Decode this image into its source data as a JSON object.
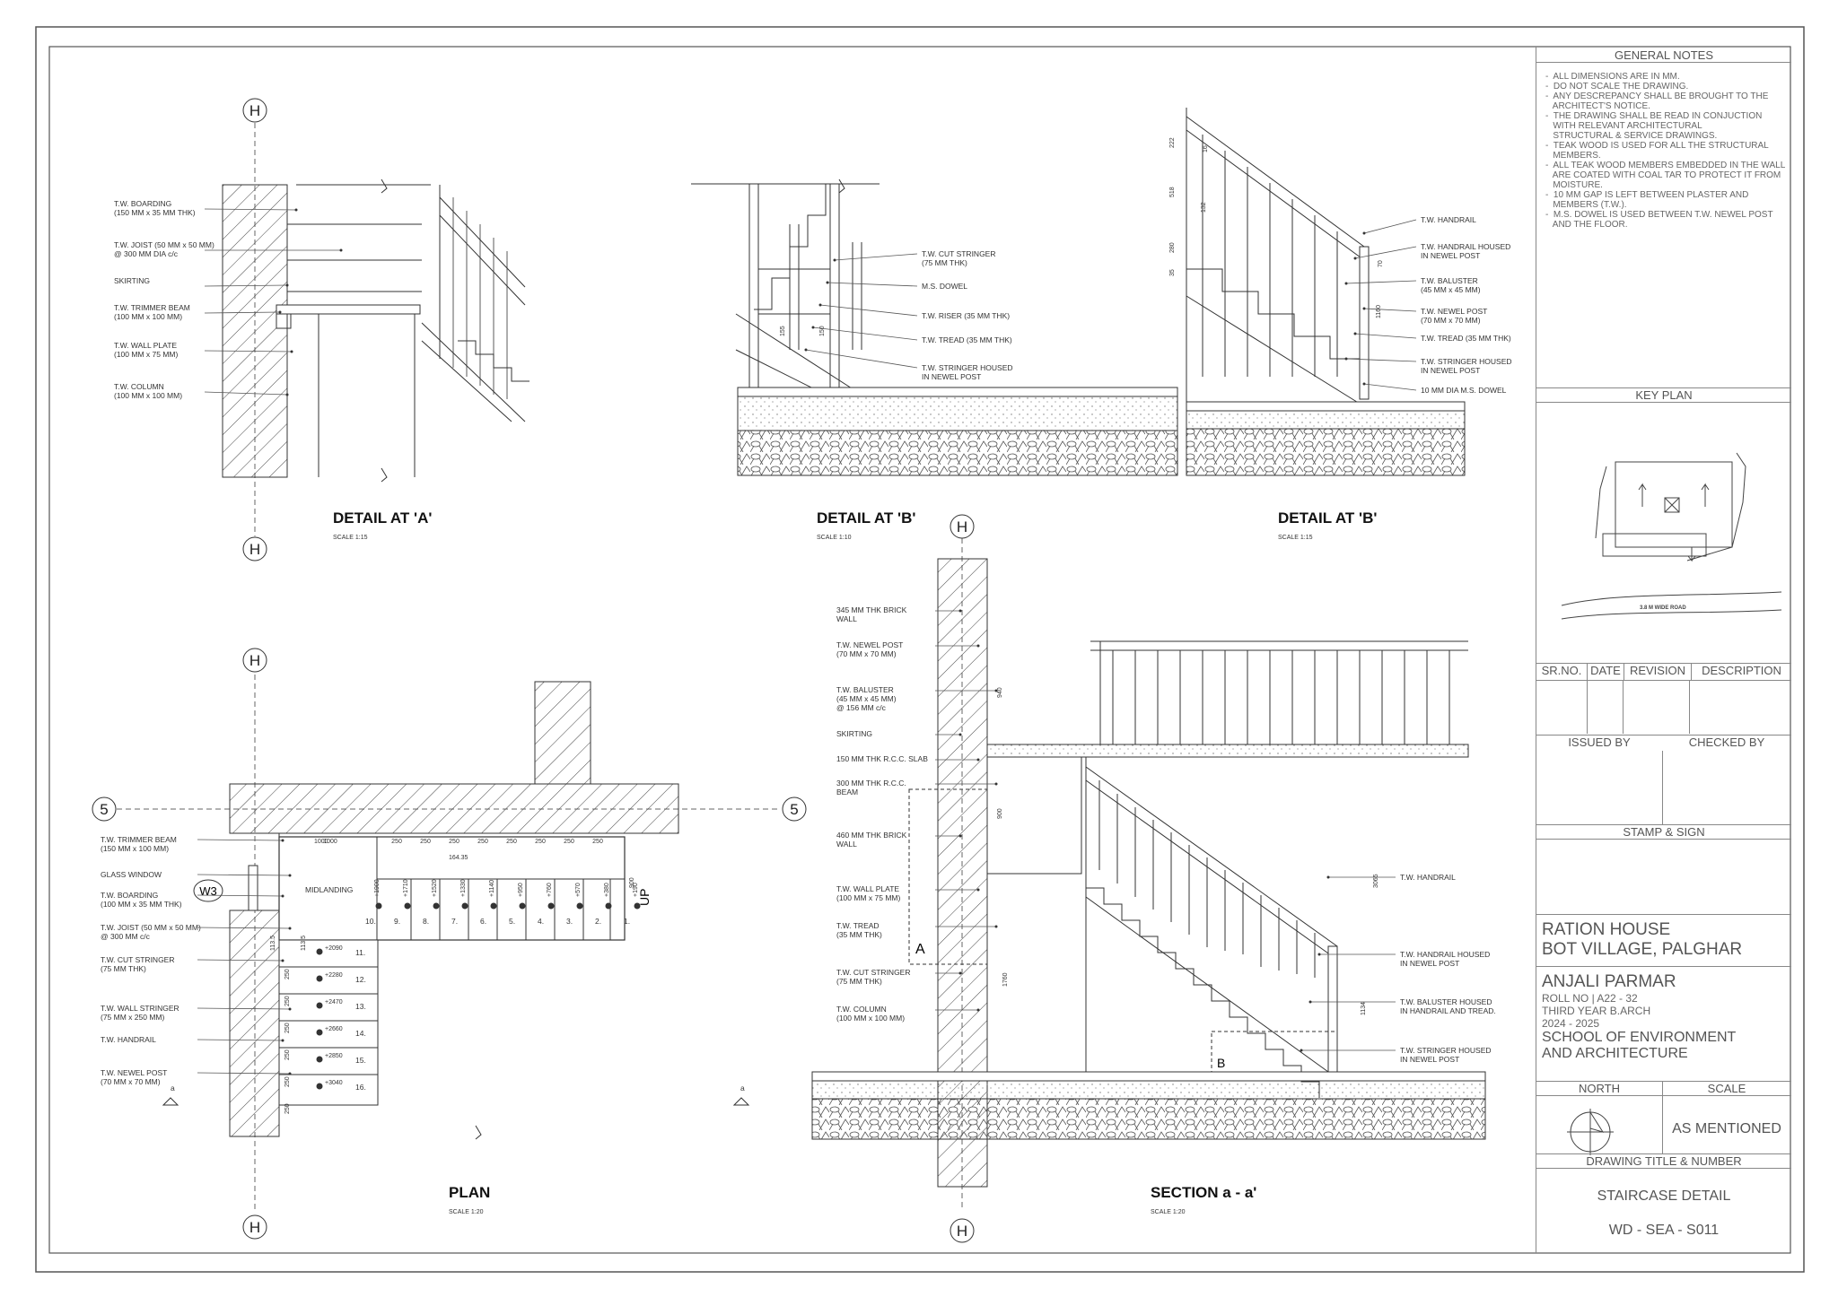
{
  "grid_markers": {
    "H": "H",
    "five": "5",
    "A": "A",
    "B": "B",
    "W3": "W3",
    "a": "a"
  },
  "details": {
    "a": {
      "title": "DETAIL AT 'A'",
      "scale": "SCALE 1:15",
      "labels": [
        "T.W. BOARDING|(150 MM x 35 MM THK)",
        "T.W. JOIST (50 MM x 50 MM)|@ 300 MM DIA c/c",
        "SKIRTING",
        "T.W. TRIMMER BEAM|(100 MM x 100 MM)",
        "T.W. WALL PLATE|(100 MM x 75 MM)",
        "T.W. COLUMN|(100 MM x 100 MM)"
      ]
    },
    "b1": {
      "title": "DETAIL AT 'B'",
      "scale": "SCALE 1:10",
      "labels": [
        "T.W. CUT STRINGER|(75 MM THK)",
        "M.S. DOWEL",
        "T.W. RISER (35 MM THK)",
        "T.W. TREAD (35 MM THK)",
        "T.W. STRINGER HOUSED|IN NEWEL POST"
      ],
      "dims": [
        "155",
        "150"
      ]
    },
    "b2": {
      "title": "DETAIL AT 'B'",
      "scale": "SCALE 1:15",
      "labels": [
        "T.W. HANDRAIL",
        "T.W. HANDRAIL HOUSED|IN NEWEL POST",
        "T.W. BALUSTER|(45 MM x 45 MM)",
        "T.W. NEWEL POST|(70 MM x 70 MM)",
        "T.W. TREAD (35 MM THK)",
        "T.W. STRINGER HOUSED|IN NEWEL POST",
        "10 MM DIA M.S. DOWEL"
      ],
      "dims": [
        "222",
        "518",
        "280",
        "35",
        "16",
        "132",
        "1160",
        "70"
      ]
    }
  },
  "plan": {
    "title": "PLAN",
    "scale": "SCALE 1:20",
    "landing": "MIDLANDING",
    "up": "UP",
    "labels": [
      "T.W. TRIMMER BEAM|(150 MM x 100 MM)",
      "GLASS WINDOW",
      "T.W. BOARDING|(100 MM x 35 MM THK)",
      "T.W. JOIST (50 MM x 50 MM)|@ 300 MM c/c",
      "T.W. CUT STRINGER|(75 MM THK)",
      "T.W. WALL STRINGER|(75 MM x 250 MM)",
      "T.W. HANDRAIL",
      "T.W. NEWEL POST|(70 MM x 70 MM)"
    ],
    "top_dims": [
      "1000",
      "250",
      "250",
      "250",
      "250",
      "250",
      "250",
      "250",
      "250"
    ],
    "steps_top": [
      {
        "n": "10.",
        "lvl": "+1900"
      },
      {
        "n": "9.",
        "lvl": "+1710"
      },
      {
        "n": "8.",
        "lvl": "+1520"
      },
      {
        "n": "7.",
        "lvl": "+1330"
      },
      {
        "n": "6.",
        "lvl": "+1140"
      },
      {
        "n": "5.",
        "lvl": "+950"
      },
      {
        "n": "4.",
        "lvl": "+760"
      },
      {
        "n": "3.",
        "lvl": "+570"
      },
      {
        "n": "2.",
        "lvl": "+380"
      },
      {
        "n": "1.",
        "lvl": "+190"
      }
    ],
    "steps_side": [
      {
        "n": "11.",
        "lvl": "+2090"
      },
      {
        "n": "12.",
        "lvl": "+2280"
      },
      {
        "n": "13.",
        "lvl": "+2470"
      },
      {
        "n": "14.",
        "lvl": "+2660"
      },
      {
        "n": "15.",
        "lvl": "+2850"
      },
      {
        "n": "16.",
        "lvl": "+3040"
      }
    ],
    "misc_dims": [
      "164.35",
      "1000",
      "113.5",
      "113.5",
      "250",
      "250",
      "250",
      "250",
      "250",
      "250",
      "900"
    ]
  },
  "section": {
    "title": "SECTION a - a'",
    "scale": "SCALE 1:20",
    "labels_left": [
      "345 MM THK BRICK|WALL",
      "T.W. NEWEL POST|(70 MM x 70 MM)",
      "T.W. BALUSTER|(45 MM x 45 MM)|@ 156 MM c/c",
      "SKIRTING",
      "150 MM THK R.C.C. SLAB",
      "300 MM THK R.C.C.|BEAM",
      "460 MM THK BRICK|WALL",
      "T.W. WALL PLATE|(100 MM x 75 MM)",
      "T.W. TREAD|(35 MM THK)",
      "T.W. CUT STRINGER|(75 MM THK)",
      "T.W. COLUMN|(100 MM x 100 MM)"
    ],
    "labels_right": [
      "T.W. HANDRAIL",
      "T.W. HANDRAIL HOUSED|IN NEWEL POST",
      "T.W. BALUSTER HOUSED|IN HANDRAIL AND TREAD.",
      "T.W. STRINGER HOUSED|IN NEWEL POST"
    ],
    "dims": [
      "940",
      "900",
      "3065",
      "1760",
      "1134"
    ]
  },
  "title_block": {
    "general_notes_title": "GENERAL NOTES",
    "notes": [
      "-  ALL DIMENSIONS ARE IN MM.",
      "-  DO NOT SCALE THE DRAWING.",
      "-  ANY DESCREPANCY SHALL BE BROUGHT TO THE",
      "   ARCHITECT'S NOTICE.",
      "-  THE DRAWING SHALL BE READ IN CONJUCTION",
      "   WITH RELEVANT ARCHITECTURAL",
      "   STRUCTURAL & SERVICE DRAWINGS.",
      "-  TEAK WOOD IS USED FOR ALL THE STRUCTURAL",
      "   MEMBERS.",
      "-  ALL TEAK WOOD MEMBERS EMBEDDED IN THE WALL",
      "   ARE COATED WITH COAL TAR TO PROTECT IT FROM",
      "   MOISTURE.",
      "-  10 MM GAP IS LEFT BETWEEN PLASTER AND",
      "   MEMBERS (T.W.).",
      "-  M.S. DOWEL IS USED BETWEEN T.W. NEWEL POST",
      "   AND THE FLOOR."
    ],
    "key_plan_title": "KEY PLAN",
    "key_plan_road": "3.8 M WIDE ROAD",
    "revision_headers": [
      "SR.NO.",
      "DATE",
      "REVISION",
      "DESCRIPTION"
    ],
    "issued_by": "ISSUED BY",
    "checked_by": "CHECKED BY",
    "stamp": "STAMP & SIGN",
    "project_line1": "RATION HOUSE",
    "project_line2": "BOT VILLAGE, PALGHAR",
    "student": "ANJALI PARMAR",
    "roll": "ROLL NO | A22 - 32",
    "year": "THIRD YEAR B.ARCH",
    "session": "2024 - 2025",
    "school_line1": "SCHOOL OF ENVIRONMENT",
    "school_line2": "AND ARCHITECTURE",
    "north": "NORTH",
    "scale_head": "SCALE",
    "scale_value": "AS MENTIONED",
    "drawing_title_head": "DRAWING TITLE & NUMBER",
    "drawing_title": "STAIRCASE DETAIL",
    "drawing_number": "WD - SEA - S011"
  }
}
